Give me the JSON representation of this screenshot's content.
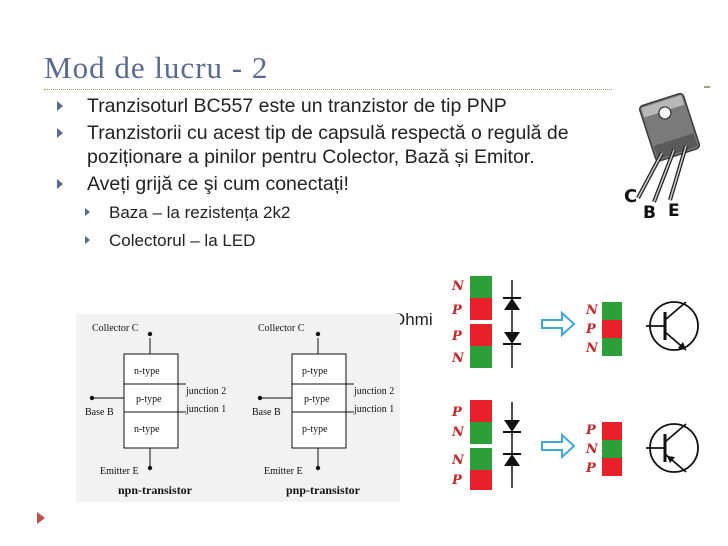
{
  "slide": {
    "title": "Mod de lucru - 2",
    "bullets": [
      "Tranzisoturl BC557 este un tranzistor de tip PNP",
      "Tranzistorii cu acest tip de capsulă respectă o regulă de poziționare a pinilor pentru Colector, Bază și Emitor.",
      "Aveți grijă ce şi cum conectați!"
    ],
    "sub_bullets": [
      "Baza – la rezistența 2k2",
      "Colectorul – la LED"
    ],
    "partial_text": "Ohmi"
  },
  "transistor_photo": {
    "pins": [
      "C",
      "B",
      "E"
    ]
  },
  "diagram_npn_pnp": {
    "npn": {
      "collector": "Collector C",
      "base": "Base B",
      "emitter": "Emitter E",
      "layers": [
        "n-type",
        "p-type",
        "n-type"
      ],
      "junction_top": "junction 2",
      "junction_bottom": "junction 1",
      "caption": "npn-transistor"
    },
    "pnp": {
      "collector": "Collector C",
      "base": "Base B",
      "emitter": "Emitter E",
      "layers": [
        "p-type",
        "p-type",
        "p-type"
      ],
      "junction_top": "junction 2",
      "junction_bottom": "junction 1",
      "caption": "pnp-transistor"
    }
  },
  "diode_models": {
    "npn_labels": [
      "N",
      "P",
      "P",
      "N"
    ],
    "npn_result": [
      "N",
      "P",
      "N"
    ],
    "pnp_labels": [
      "P",
      "N",
      "N",
      "P"
    ],
    "pnp_result": [
      "P",
      "N",
      "P"
    ]
  },
  "colors": {
    "title": "#5a6a8e",
    "n_layer": "#2e9e3a",
    "p_layer": "#e8202a",
    "letter": "#c0282c",
    "arrow": "#3fa7d6"
  }
}
